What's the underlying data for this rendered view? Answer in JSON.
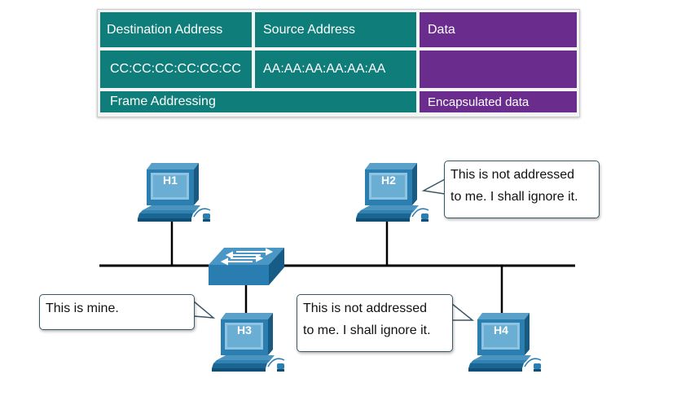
{
  "frame_table": {
    "headers": {
      "destination": "Destination Address",
      "source": "Source Address",
      "data": "Data"
    },
    "values": {
      "destination": "CC:CC:CC:CC:CC:CC",
      "source": "AA:AA:AA:AA:AA:AA",
      "data": ""
    },
    "footer": {
      "addressing": "Frame Addressing",
      "encapsulated": "Encapsulated data"
    },
    "colors": {
      "addressing": "#0f7d79",
      "data": "#6a2c8d"
    }
  },
  "hosts": [
    {
      "label": "H1"
    },
    {
      "label": "H2"
    },
    {
      "label": "H3"
    },
    {
      "label": "H4"
    }
  ],
  "bubbles": {
    "h2": [
      "This is not addressed",
      "to me. I shall ignore it."
    ],
    "h3": [
      "This is mine."
    ],
    "h4": [
      "This is not addressed",
      "to me. I shall ignore it."
    ]
  },
  "icons": {
    "host": "desktop-computer-icon",
    "switch": "switch-icon"
  }
}
